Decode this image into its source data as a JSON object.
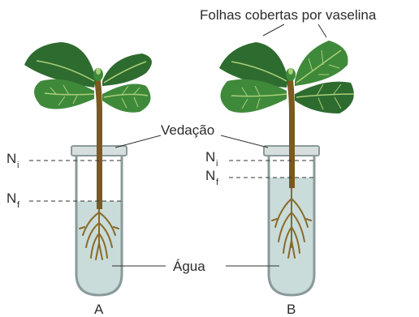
{
  "labels": {
    "leaves_coated": "Folhas cobertas por vaselina",
    "seal": "Vedação",
    "water": "Água",
    "tube_a": "A",
    "tube_b": "B",
    "n_letter": "N",
    "sub_initial": "i",
    "sub_final": "f"
  },
  "colors": {
    "leaf_dark": "#2e6b2f",
    "leaf_mid": "#3f8a3a",
    "leaf_vein": "#a9cf7a",
    "stem": "#7a5a1e",
    "water": "#c9dcda",
    "tube_stroke": "#8a9a9a",
    "root": "#8a6a2a"
  }
}
